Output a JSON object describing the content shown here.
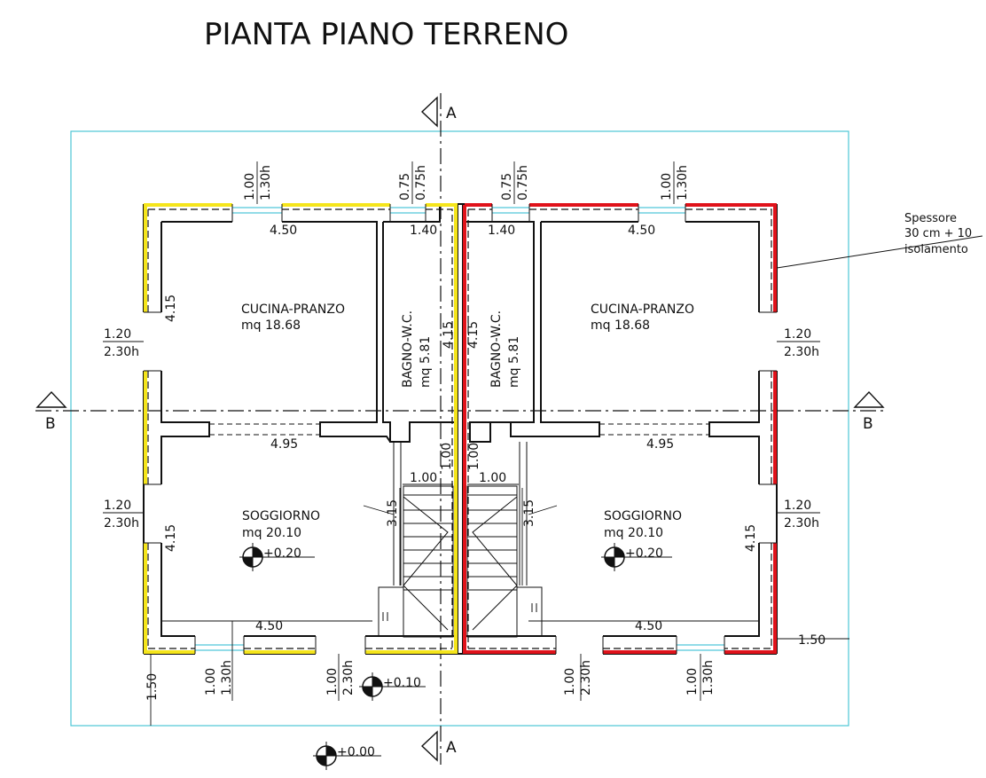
{
  "title": "PIANTA PIANO TERRENO",
  "section_labels": {
    "a_top": "A",
    "a_bottom": "A",
    "b_left": "B",
    "b_right": "B"
  },
  "note": {
    "line1": "Spessore",
    "line2": "30 cm + 10",
    "line3": "isolamento"
  },
  "rooms": {
    "kitchen_left": {
      "name": "CUCINA-PRANZO",
      "area": "mq 18.68"
    },
    "kitchen_right": {
      "name": "CUCINA-PRANZO",
      "area": "mq 18.68"
    },
    "bath_left": {
      "name": "BAGNO-W.C.",
      "area": "mq 5.81"
    },
    "bath_right": {
      "name": "BAGNO-W.C.",
      "area": "mq 5.81"
    },
    "living_left": {
      "name": "SOGGIORNO",
      "area": "mq 20.10"
    },
    "living_right": {
      "name": "SOGGIORNO",
      "area": "mq 20.10"
    }
  },
  "levels": {
    "living_left": "+0.20",
    "living_right": "+0.20",
    "entrance": "+0.10",
    "ground": "+0.00"
  },
  "dims": {
    "top_left_kitchen_w": "4.50",
    "top_right_kitchen_w": "4.50",
    "bath_left_w": "1.40",
    "bath_right_w": "1.40",
    "kitchen_left_h": "4.15",
    "bath_left_h": "4.15",
    "bath_right_h": "4.15",
    "living_left_h": "4.15",
    "living_right_h": "4.15",
    "mid_left_w": "4.95",
    "mid_right_w": "4.95",
    "bottom_left_w": "4.50",
    "bottom_right_w": "4.50",
    "stair_left_w": "1.00",
    "stair_right_w": "1.00",
    "stair_left_wv": "1.00",
    "stair_right_wv": "1.00",
    "stair_left_len": "3.15",
    "stair_right_len": "3.15",
    "offset_left": "1.50",
    "offset_right": "1.50"
  },
  "windows": {
    "top_left": {
      "w": "1.00",
      "h": "1.30h"
    },
    "top_left_bath": {
      "w": "0.75",
      "h": "0.75h"
    },
    "top_right_bath": {
      "w": "0.75",
      "h": "0.75h"
    },
    "top_right": {
      "w": "1.00",
      "h": "1.30h"
    },
    "left_upper": {
      "w": "1.20",
      "h": "2.30h"
    },
    "left_lower": {
      "w": "1.20",
      "h": "2.30h"
    },
    "right_upper": {
      "w": "1.20",
      "h": "2.30h"
    },
    "right_lower": {
      "w": "1.20",
      "h": "2.30h"
    },
    "bottom_left": {
      "w": "1.00",
      "h": "1.30h"
    },
    "bottom_left_door": {
      "w": "1.00",
      "h": "2.30h"
    },
    "bottom_right_door": {
      "w": "1.00",
      "h": "2.30h"
    },
    "bottom_right": {
      "w": "1.00",
      "h": "1.30h"
    }
  },
  "colors": {
    "left_unit_insulation": "#f5e51b",
    "right_unit_insulation": "#e0121a",
    "boundary": "#4cc6d6",
    "glass": "#6fd0e0"
  }
}
